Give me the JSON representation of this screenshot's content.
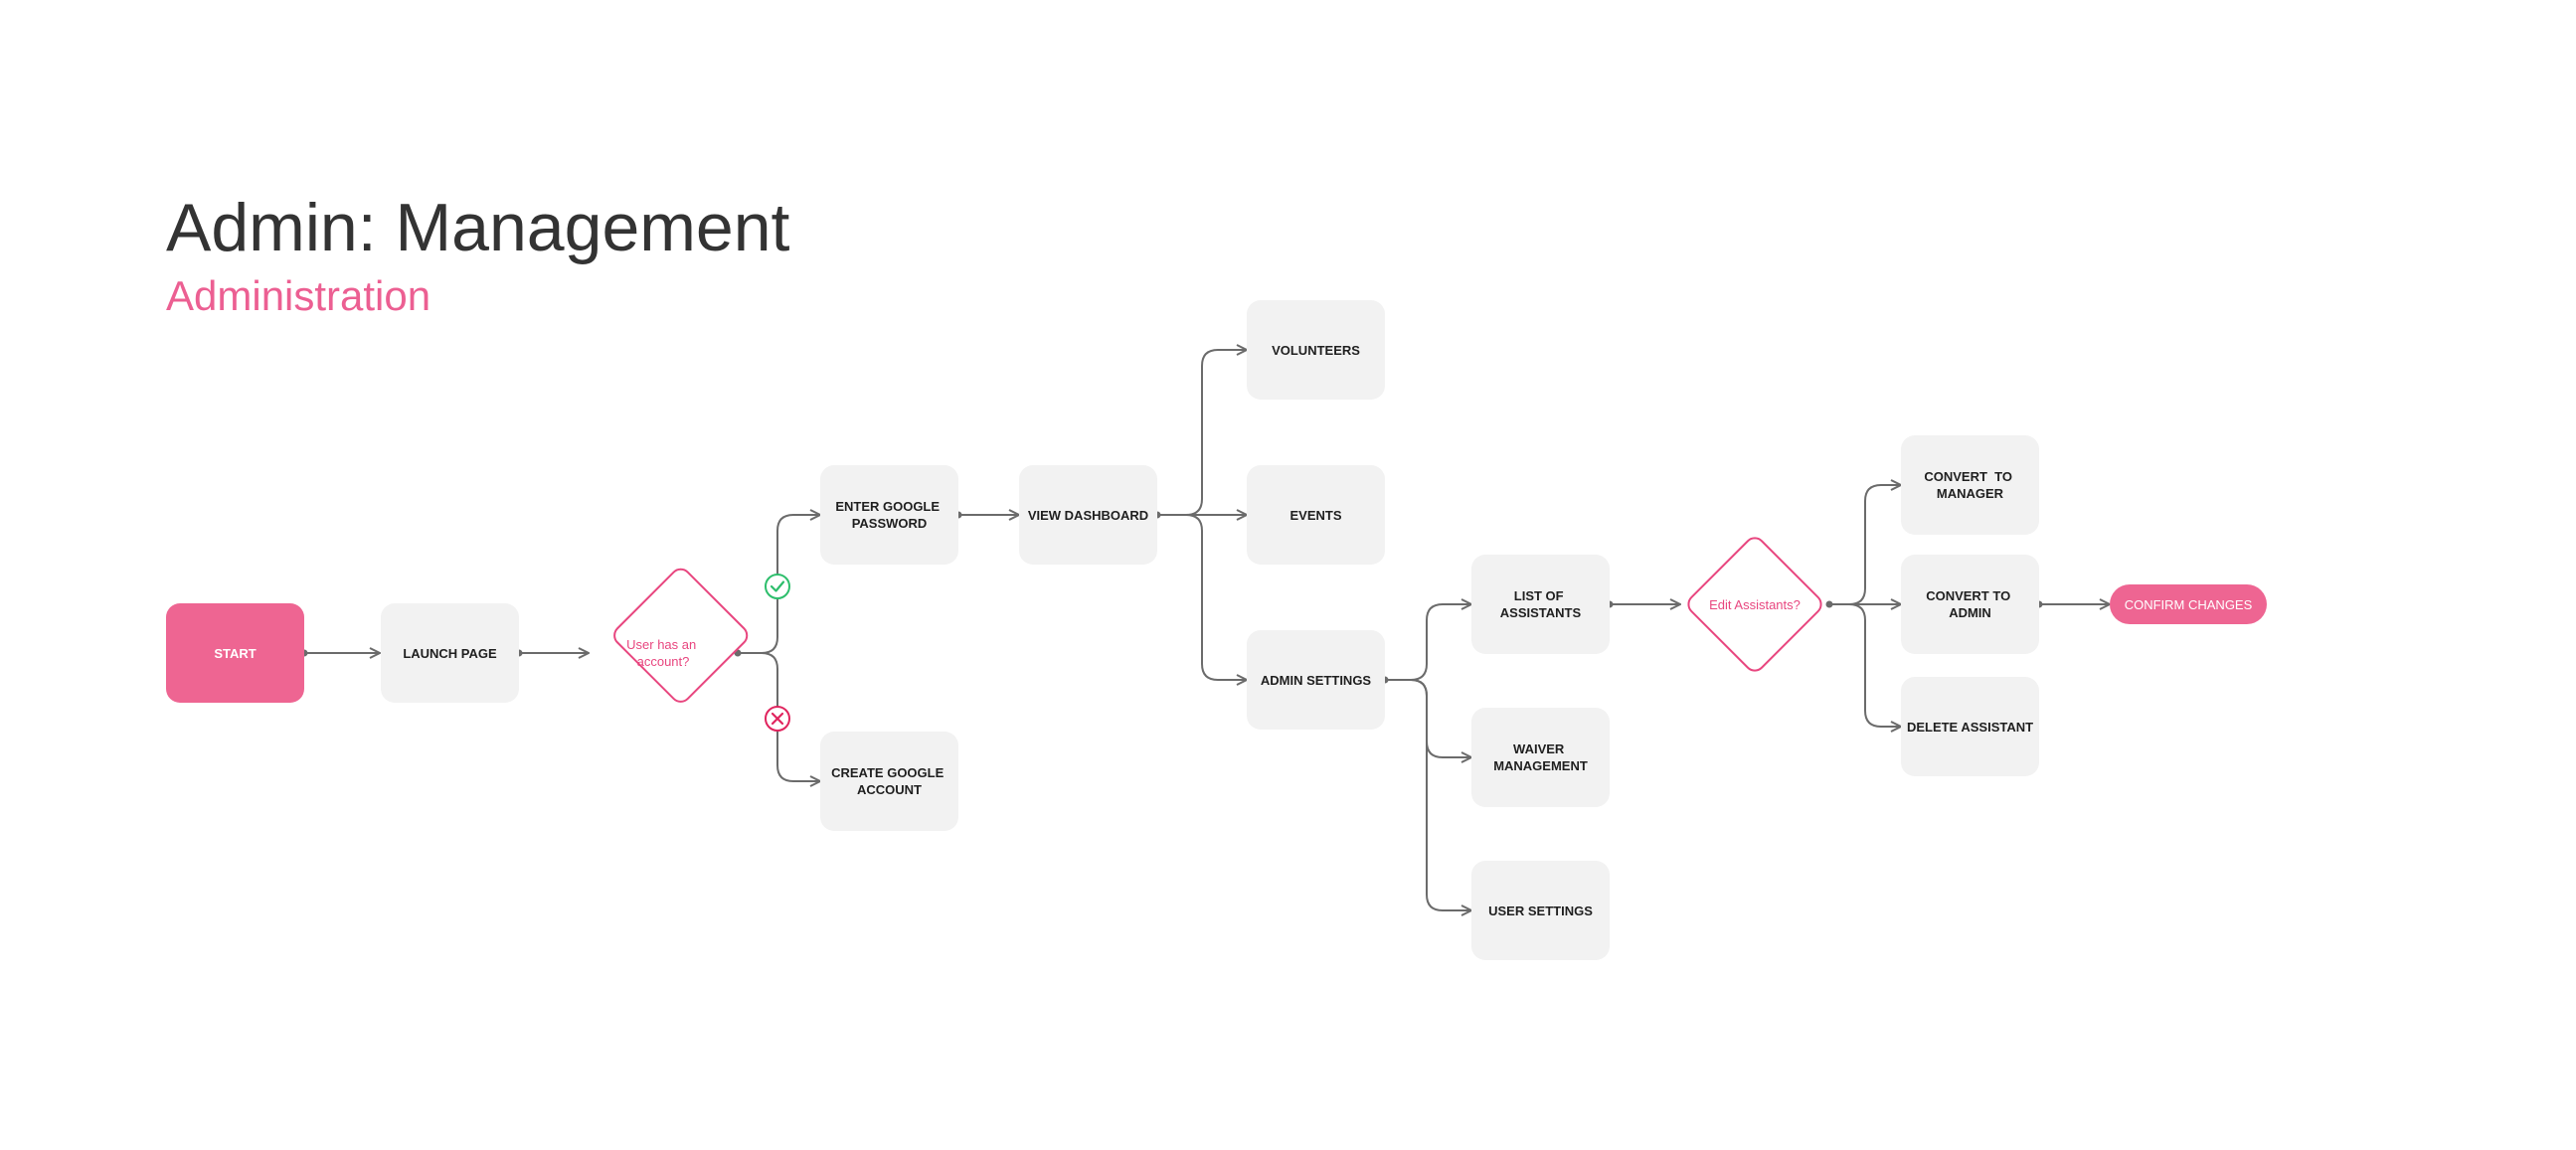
{
  "header": {
    "title": "Admin: Management",
    "subtitle": "Administration"
  },
  "colors": {
    "accent": "#ee6592",
    "decision_stroke": "#e8467f",
    "node_fill": "#f2f2f2",
    "edge": "#6b6b6b",
    "yes": "#2dbe6c",
    "no": "#e0245e"
  },
  "nodes": {
    "start": {
      "lines": [
        "START"
      ]
    },
    "launch_page": {
      "lines": [
        "LAUNCH PAGE"
      ]
    },
    "has_account": {
      "lines": [
        "User has an",
        "account?"
      ]
    },
    "enter_password": {
      "lines": [
        "ENTER GOOGLE",
        "PASSWORD"
      ]
    },
    "create_account": {
      "lines": [
        "CREATE GOOGLE",
        "ACCOUNT"
      ]
    },
    "view_dashboard": {
      "lines": [
        "VIEW DASHBOARD"
      ]
    },
    "volunteers": {
      "lines": [
        "VOLUNTEERS"
      ]
    },
    "events": {
      "lines": [
        "EVENTS"
      ]
    },
    "admin_settings": {
      "lines": [
        "ADMIN SETTINGS"
      ]
    },
    "list_assistants": {
      "lines": [
        "LIST OF",
        "ASSISTANTS"
      ]
    },
    "waiver_management": {
      "lines": [
        "WAIVER",
        "MANAGEMENT"
      ]
    },
    "user_settings": {
      "lines": [
        "USER SETTINGS"
      ]
    },
    "edit_assistants": {
      "lines": [
        "Edit Assistants?"
      ]
    },
    "convert_manager": {
      "lines": [
        "CONVERT  TO",
        "MANAGER"
      ]
    },
    "convert_admin": {
      "lines": [
        "CONVERT TO",
        "ADMIN"
      ]
    },
    "delete_assistant": {
      "lines": [
        "DELETE ASSISTANT"
      ]
    },
    "confirm_changes": {
      "lines": [
        "CONFIRM CHANGES"
      ]
    }
  },
  "icons": {
    "yes": "check-circle-icon",
    "no": "x-circle-icon"
  }
}
